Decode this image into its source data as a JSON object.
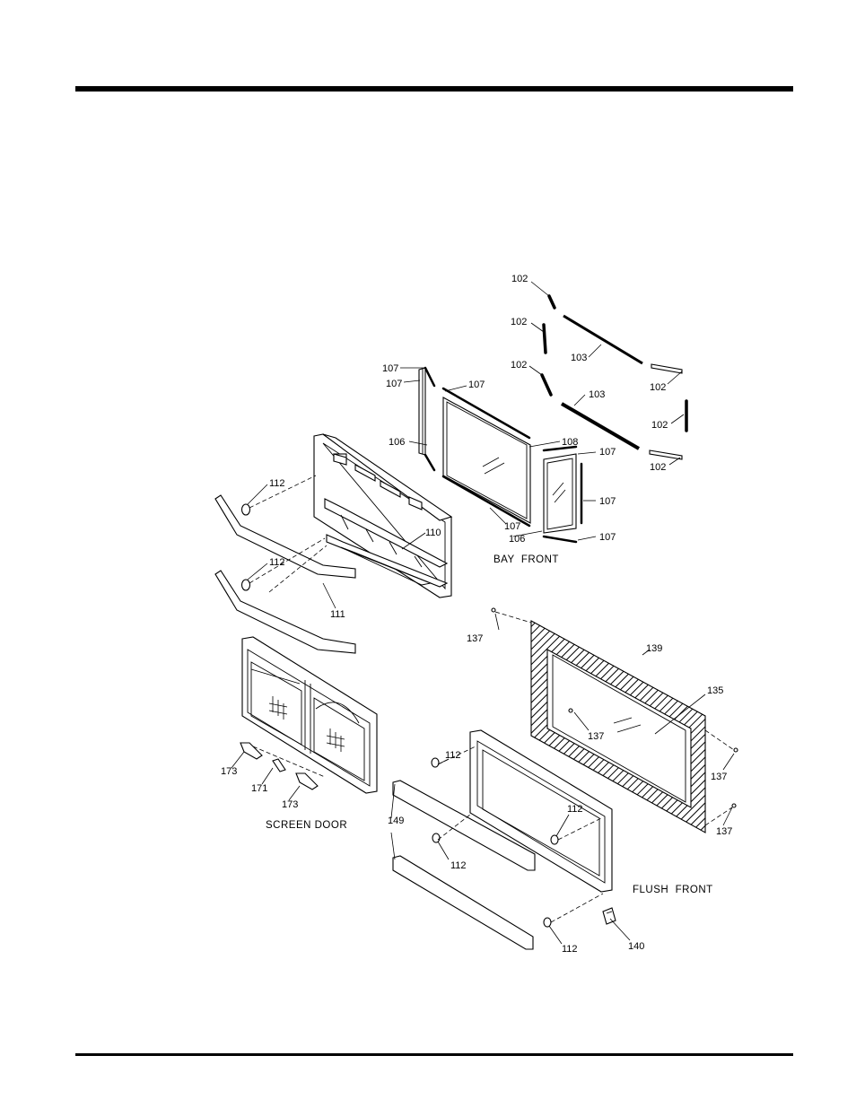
{
  "part_labels": {
    "p102a": "102",
    "p102b": "102",
    "p102c": "102",
    "p102d": "102",
    "p102e": "102",
    "p102f": "102",
    "p103a": "103",
    "p103b": "103",
    "p107a": "107",
    "p107b": "107",
    "p107c": "107",
    "p107d": "107",
    "p107e": "107",
    "p107f": "107",
    "p107g": "107",
    "p106a": "106",
    "p106b": "106",
    "p108": "108",
    "p110": "110",
    "p111": "111",
    "p112a": "112",
    "p112b": "112",
    "p112c": "112",
    "p112d": "112",
    "p112e": "112",
    "p112f": "112",
    "p137a": "137",
    "p137b": "137",
    "p137c": "137",
    "p137d": "137",
    "p139": "139",
    "p135": "135",
    "p140": "140",
    "p149": "149",
    "p173a": "173",
    "p173b": "173",
    "p171": "171"
  },
  "assembly_captions": {
    "bay_front": "BAY  FRONT",
    "screen_door": "SCREEN DOOR",
    "flush_front": "FLUSH  FRONT"
  }
}
